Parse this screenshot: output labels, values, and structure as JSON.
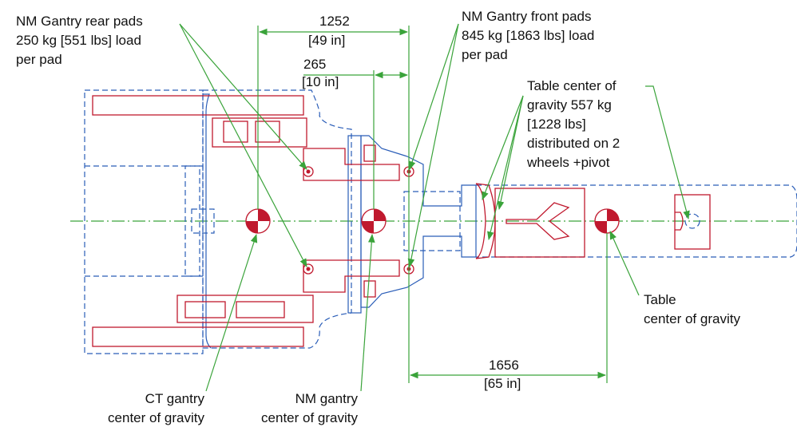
{
  "colors": {
    "outline": "#2a5db8",
    "parts": "#c0192e",
    "dimension": "#3aa33a",
    "text": "#111111"
  },
  "labels": {
    "rear_pads": [
      "NM Gantry rear pads",
      "250 kg [551 lbs] load",
      "per pad"
    ],
    "front_pads": [
      "NM Gantry front pads",
      "845 kg [1863 lbs] load",
      "per pad"
    ],
    "table_cog_distributed": [
      "Table center of",
      "gravity 557 kg",
      "[1228 lbs]",
      "distributed on 2",
      "wheels +pivot"
    ],
    "table_cog": [
      "Table",
      "center of gravity"
    ],
    "ct_cog": [
      "CT gantry",
      "center of gravity"
    ],
    "nm_cog": [
      "NM gantry",
      "center of gravity"
    ]
  },
  "dimensions": {
    "d1252": [
      "1252",
      "[49 in]"
    ],
    "d265": [
      "265",
      "[10 in]"
    ],
    "d1656": [
      "1656",
      "[65 in]"
    ]
  }
}
